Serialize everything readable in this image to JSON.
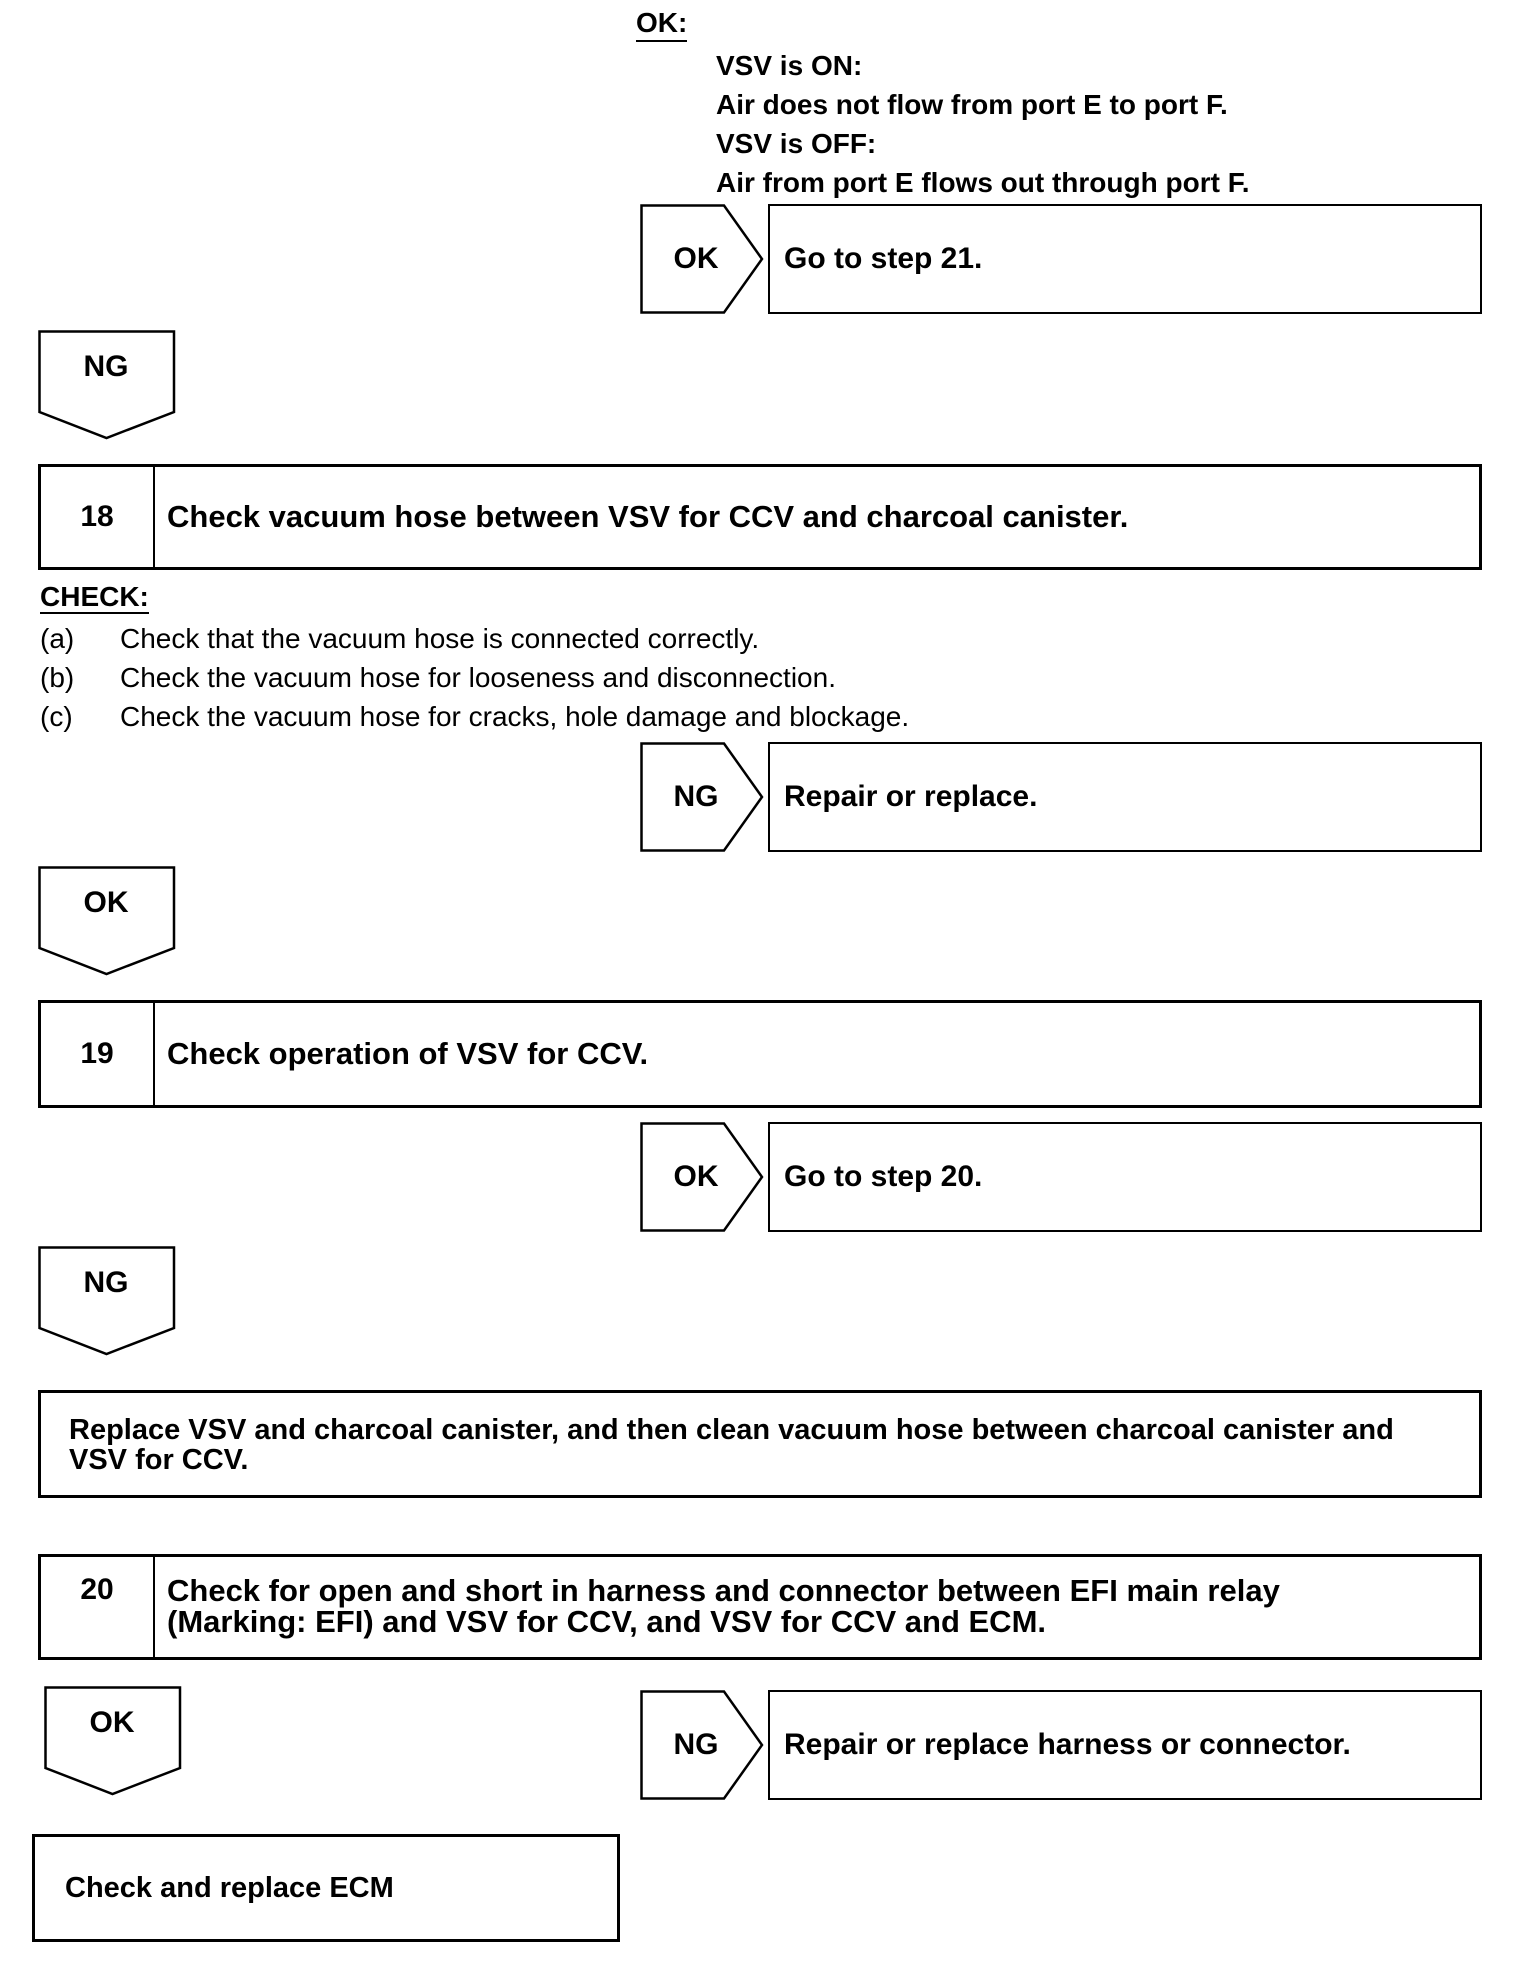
{
  "top_result": {
    "ok_heading": "OK:",
    "lines": [
      "VSV is ON:",
      "Air does not flow from port E to port F.",
      "VSV is OFF:",
      "Air from port E flows out through port F."
    ]
  },
  "branches": {
    "top_ok": {
      "tag": "OK",
      "text": "Go to step 21."
    },
    "ng_1": {
      "tag": "NG"
    },
    "step18_ng": {
      "tag": "NG",
      "text": "Repair or replace."
    },
    "ok_1": {
      "tag": "OK"
    },
    "step19_ok": {
      "tag": "OK",
      "text": "Go to step 20."
    },
    "ng_2": {
      "tag": "NG"
    },
    "ok_2": {
      "tag": "OK"
    },
    "step20_ng": {
      "tag": "NG",
      "text": "Repair or replace harness or connector."
    }
  },
  "steps": {
    "s18": {
      "number": "18",
      "title": "Check vacuum hose between VSV for CCV and charcoal canister."
    },
    "s19": {
      "number": "19",
      "title": "Check operation of VSV for CCV."
    },
    "s20": {
      "number": "20",
      "title": "Check for open and short in harness and connector between EFI main relay (Marking: EFI) and VSV for CCV, and VSV for CCV and ECM."
    }
  },
  "check": {
    "heading": "CHECK:",
    "items": [
      {
        "letter": "(a)",
        "text": "Check that the vacuum hose is connected correctly."
      },
      {
        "letter": "(b)",
        "text": "Check the vacuum hose for looseness and disconnection."
      },
      {
        "letter": "(c)",
        "text": "Check the vacuum hose for cracks, hole damage and blockage."
      }
    ]
  },
  "replace_box": "Replace VSV and charcoal canister, and then clean vacuum hose between charcoal canister and VSV for CCV.",
  "final_box": "Check and replace ECM"
}
